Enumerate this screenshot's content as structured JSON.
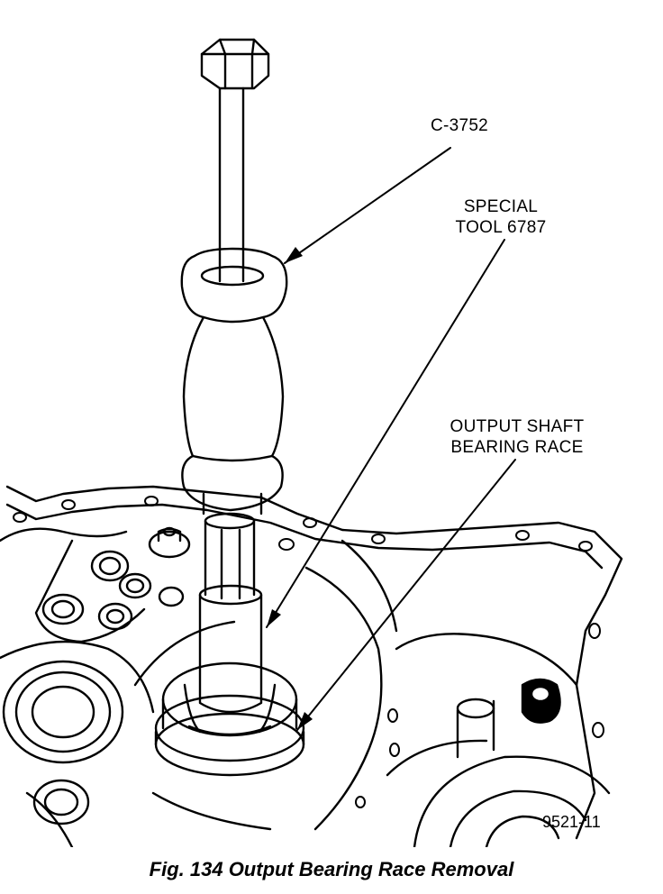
{
  "callouts": {
    "tool_c3752": "C-3752",
    "special_tool_line1": "SPECIAL",
    "special_tool_line2": "TOOL 6787",
    "bearing_race_line1": "OUTPUT SHAFT",
    "bearing_race_line2": "BEARING RACE"
  },
  "figure_number": "9521-11",
  "caption": "Fig. 134 Output Bearing Race Removal"
}
